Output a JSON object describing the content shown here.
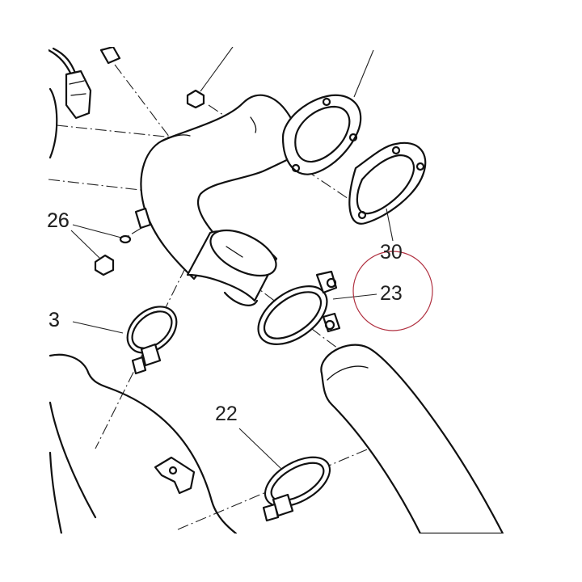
{
  "parts": [
    {
      "id": "p26",
      "label": "26"
    },
    {
      "id": "p3",
      "label": "3"
    },
    {
      "id": "p30",
      "label": "30"
    },
    {
      "id": "p23",
      "label": "23"
    },
    {
      "id": "p22",
      "label": "22"
    }
  ],
  "highlight": {
    "target": "23",
    "color": "#b03040"
  },
  "colors": {
    "line": "#111111",
    "background": "#ffffff"
  }
}
